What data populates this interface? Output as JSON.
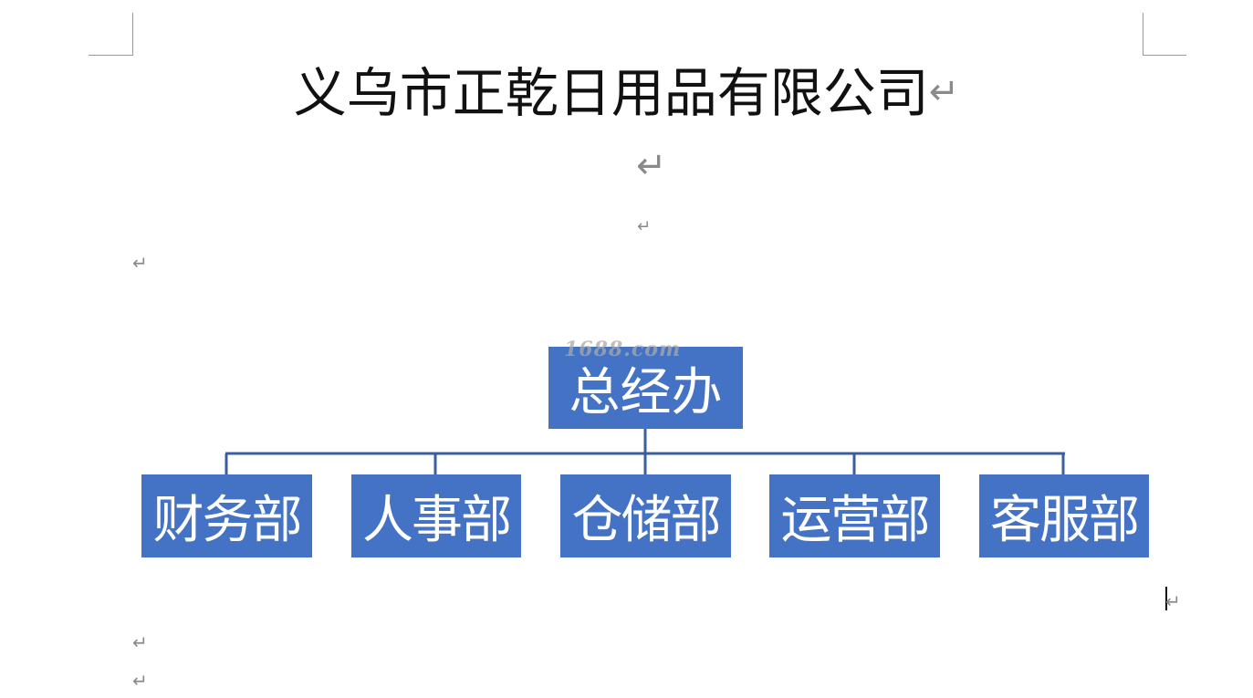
{
  "document": {
    "title": "义乌市正乾日用品有限公司",
    "paragraph_mark": "↵"
  },
  "org_chart": {
    "root": "总经办",
    "children": [
      "财务部",
      "人事部",
      "仓储部",
      "运营部",
      "客服部"
    ],
    "box_color": "#4472c4",
    "line_color": "#3b5f9e"
  },
  "watermark": {
    "text": "1688.com"
  }
}
